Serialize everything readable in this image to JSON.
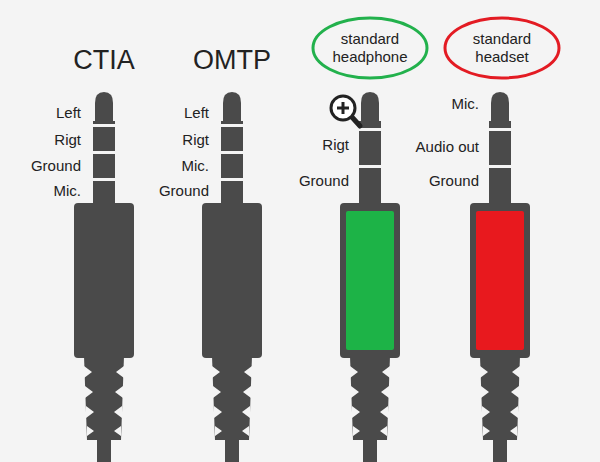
{
  "diagram": {
    "nodes": [
      {
        "text": [
          "standard headphone"
        ]
      },
      {
        "text": [
          "standard headset"
        ]
      }
    ],
    "labels": [
      "CTIA",
      "OMTP",
      "Left",
      "Rigt",
      "Ground",
      "Mic.",
      "Left",
      "Rigt",
      "Mic.",
      "Ground",
      "Rigt",
      "Ground",
      "Mic.",
      "Audio out",
      "Ground"
    ]
  }
}
